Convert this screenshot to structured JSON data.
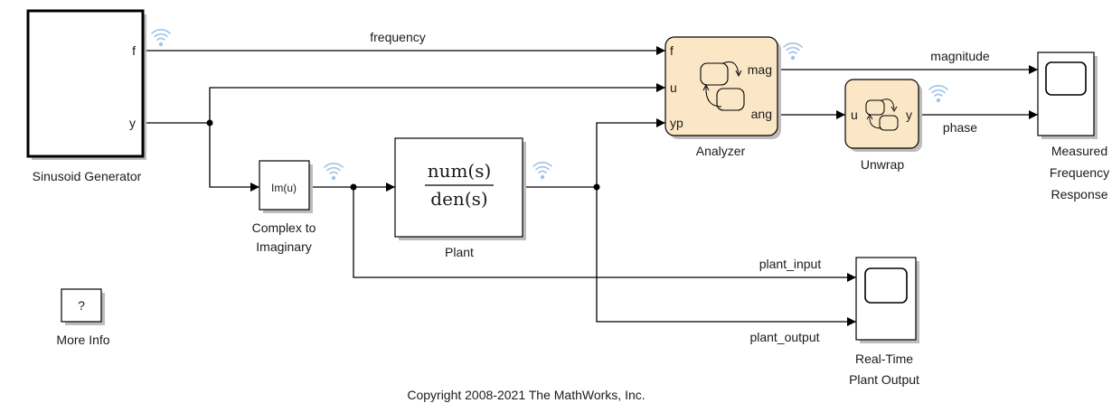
{
  "blocks": {
    "sinusoid_generator": {
      "label": "Sinusoid Generator",
      "port_f": "f",
      "port_y": "y"
    },
    "complex_to_imaginary": {
      "icon_text": "Im(u)",
      "label_line1": "Complex to",
      "label_line2": "Imaginary"
    },
    "plant": {
      "numerator": "num(s)",
      "denominator": "den(s)",
      "label": "Plant"
    },
    "analyzer": {
      "label": "Analyzer",
      "port_f": "f",
      "port_u": "u",
      "port_yp": "yp",
      "port_mag": "mag",
      "port_ang": "ang"
    },
    "unwrap": {
      "label": "Unwrap",
      "port_u": "u",
      "port_y": "y"
    },
    "measured_scope": {
      "label_line1": "Measured",
      "label_line2": "Frequency",
      "label_line3": "Response"
    },
    "realtime_scope": {
      "label_line1": "Real-Time",
      "label_line2": "Plant Output"
    },
    "more_info": {
      "icon_text": "?",
      "label": "More Info"
    }
  },
  "signals": {
    "frequency": "frequency",
    "magnitude": "magnitude",
    "phase": "phase",
    "plant_input": "plant_input",
    "plant_output": "plant_output"
  },
  "footer": {
    "copyright": "Copyright 2008-2021 The MathWorks, Inc."
  },
  "colors": {
    "chart_fill": "#fbe7c6",
    "signal_log_icon": "#9fc4e6",
    "wire": "#000000"
  },
  "icons": [
    "signal-logging-icon",
    "stateflow-chart-icon",
    "scope-screen-icon"
  ]
}
